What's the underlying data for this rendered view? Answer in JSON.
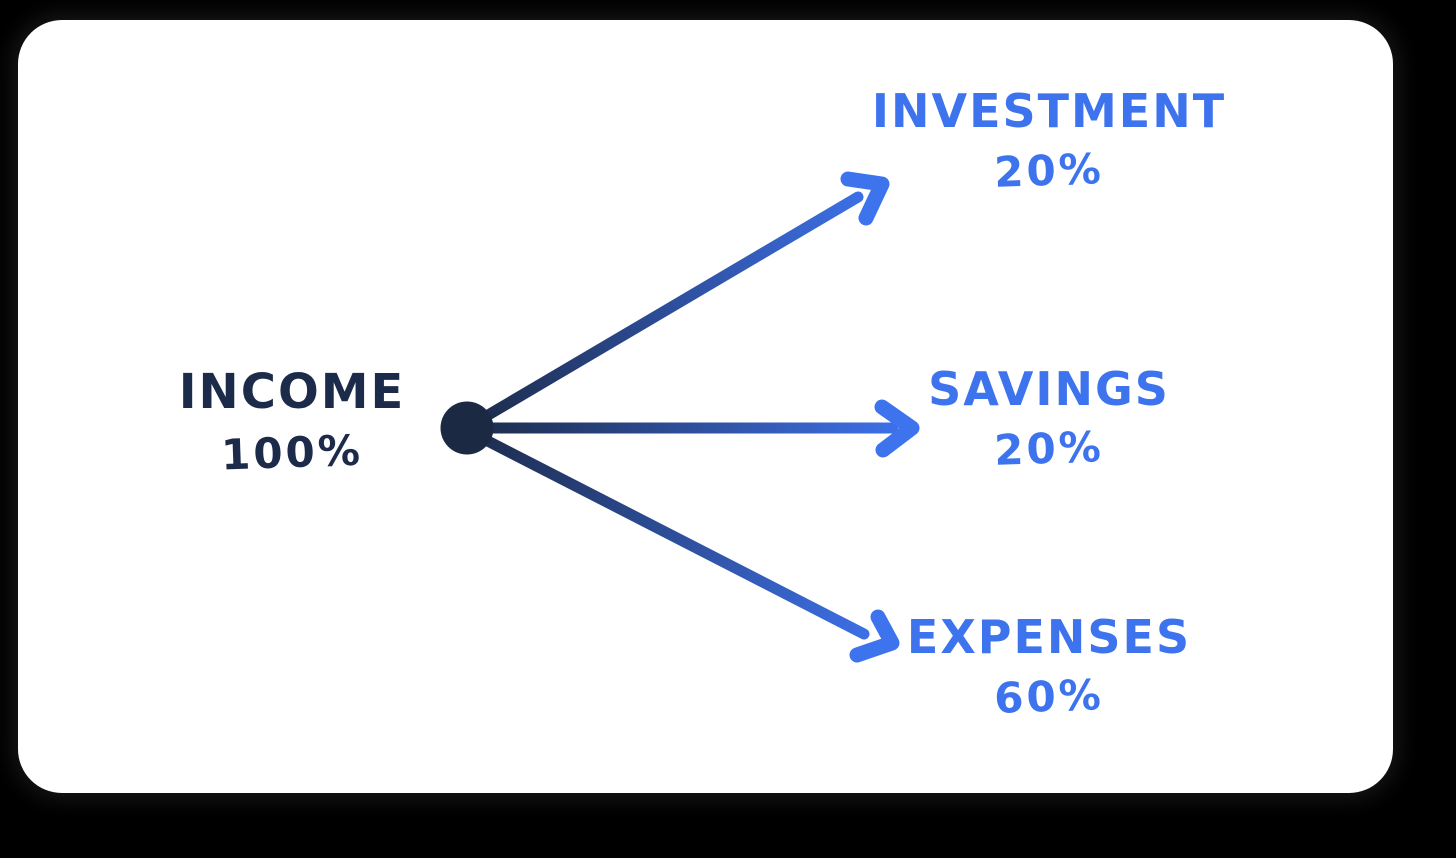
{
  "diagram": {
    "title": "income allocation flow",
    "source": {
      "label": "INCOME",
      "percent": "100%"
    },
    "branches": [
      {
        "id": "investment",
        "label": "INVESTMENT",
        "percent": "20%"
      },
      {
        "id": "savings",
        "label": "SAVINGS",
        "percent": "20%"
      },
      {
        "id": "expenses",
        "label": "EXPENSES",
        "percent": "60%"
      }
    ],
    "colors": {
      "page_background": "#000000",
      "card_background": "#ffffff",
      "source_text": "#1d2b4a",
      "branch_text": "#3e73ee",
      "node_dot": "#1c2942",
      "arrow_gradient_start": "#1d2b4a",
      "arrow_gradient_end": "#3e73ee"
    }
  }
}
